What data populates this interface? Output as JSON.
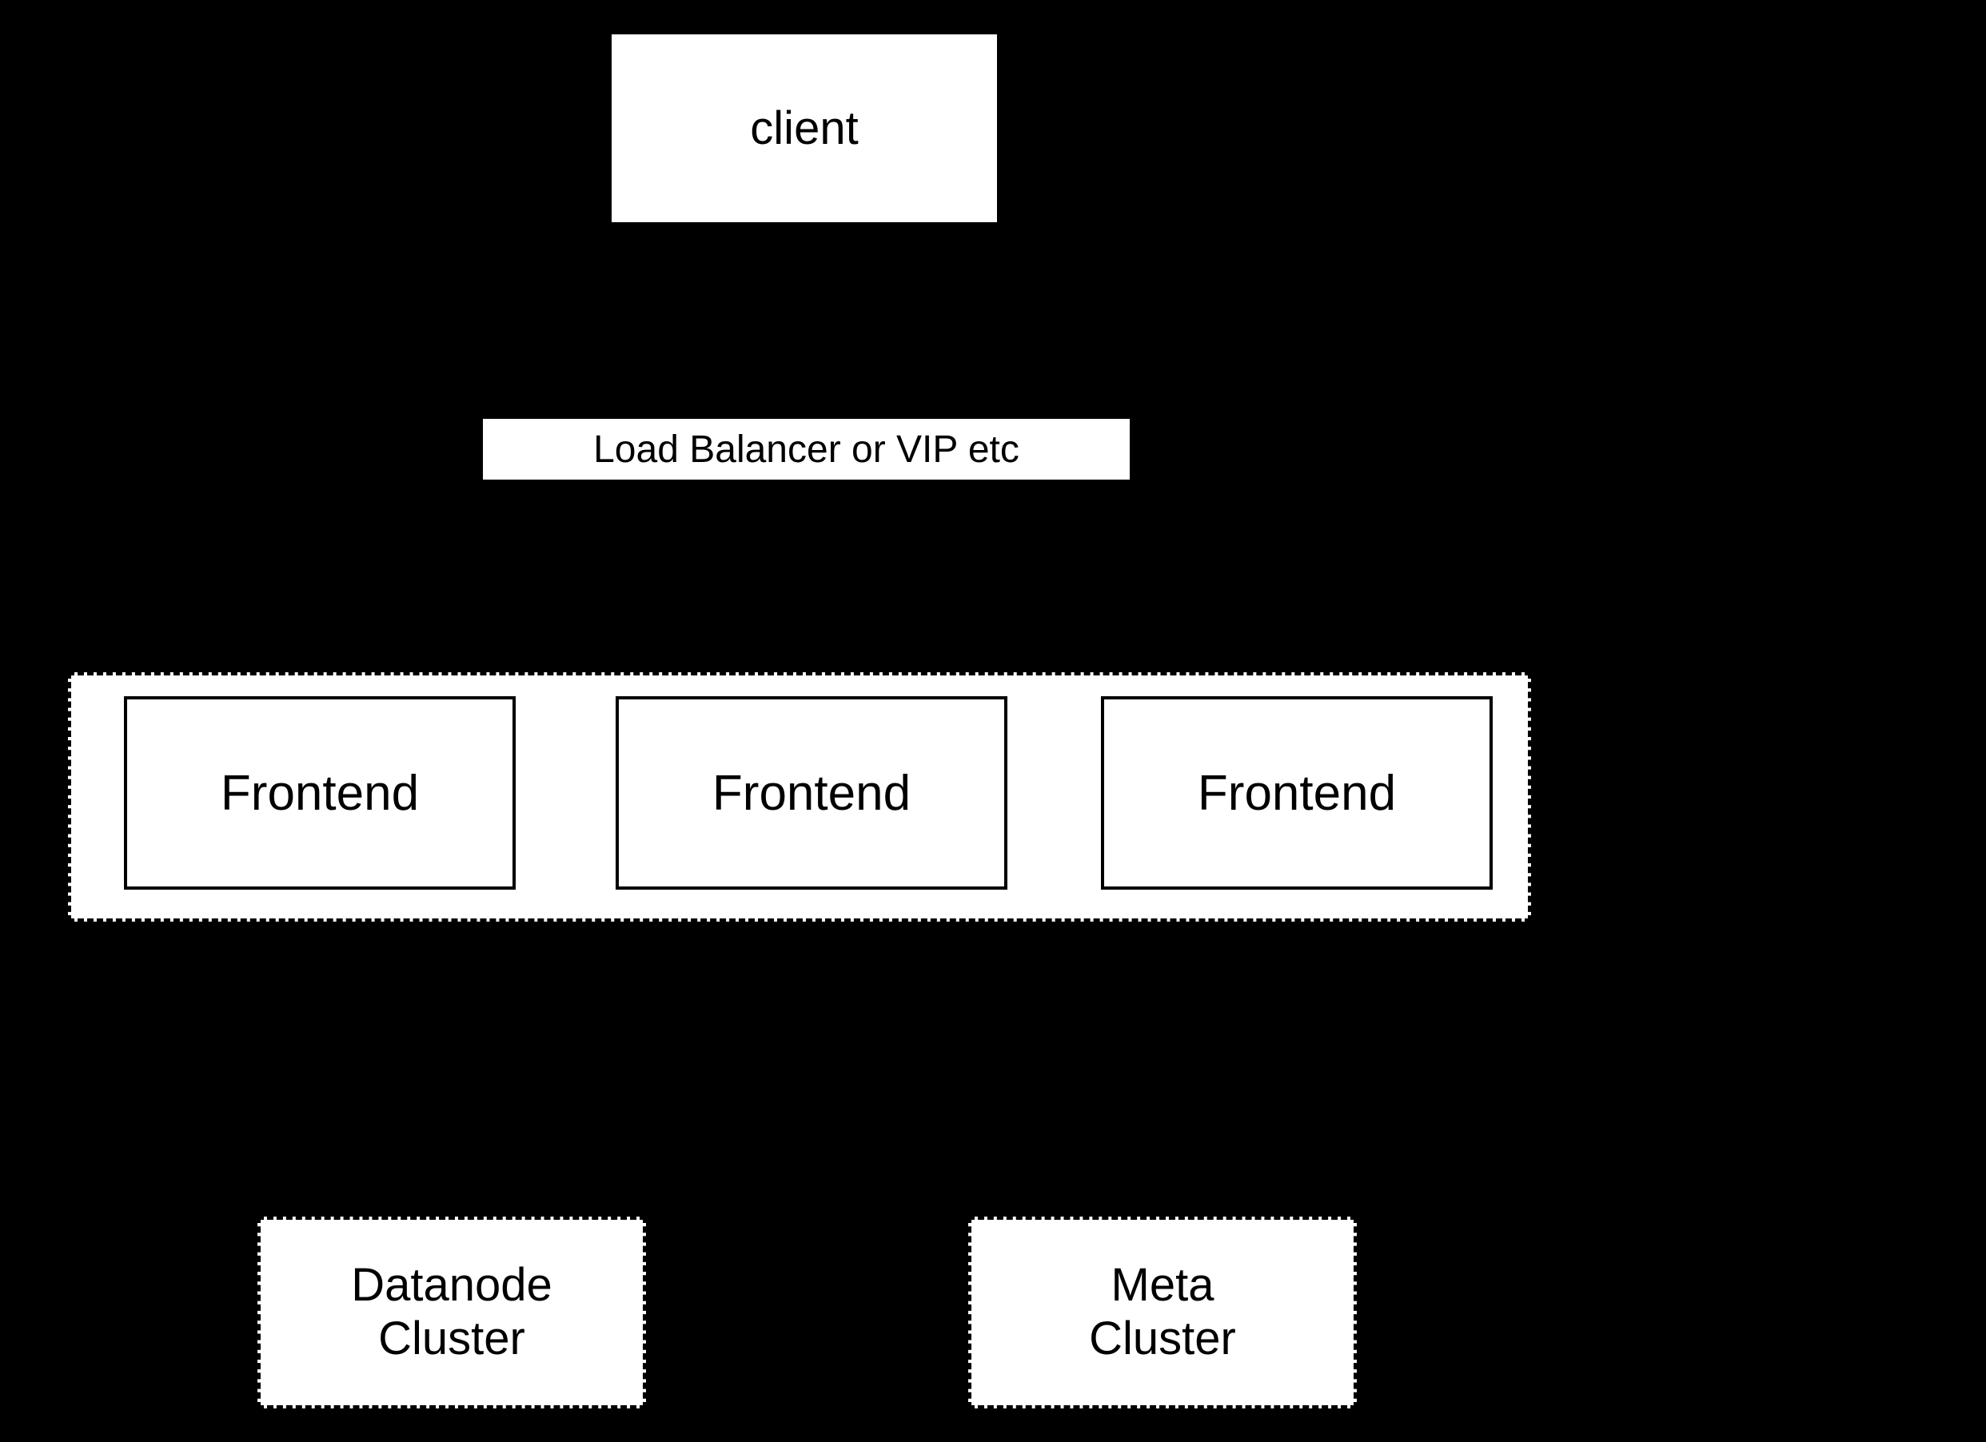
{
  "colors": {
    "background": "#000000",
    "box_fill": "#ffffff",
    "border": "#000000",
    "text": "#000000"
  },
  "diagram": {
    "client": {
      "label": "client"
    },
    "load_balancer": {
      "label": "Load Balancer or VIP etc"
    },
    "frontend_group": {
      "frontends": [
        {
          "label": "Frontend"
        },
        {
          "label": "Frontend"
        },
        {
          "label": "Frontend"
        }
      ]
    },
    "clusters": [
      {
        "lines": [
          "Datanode",
          "Cluster"
        ]
      },
      {
        "lines": [
          "Meta",
          "Cluster"
        ]
      }
    ]
  }
}
